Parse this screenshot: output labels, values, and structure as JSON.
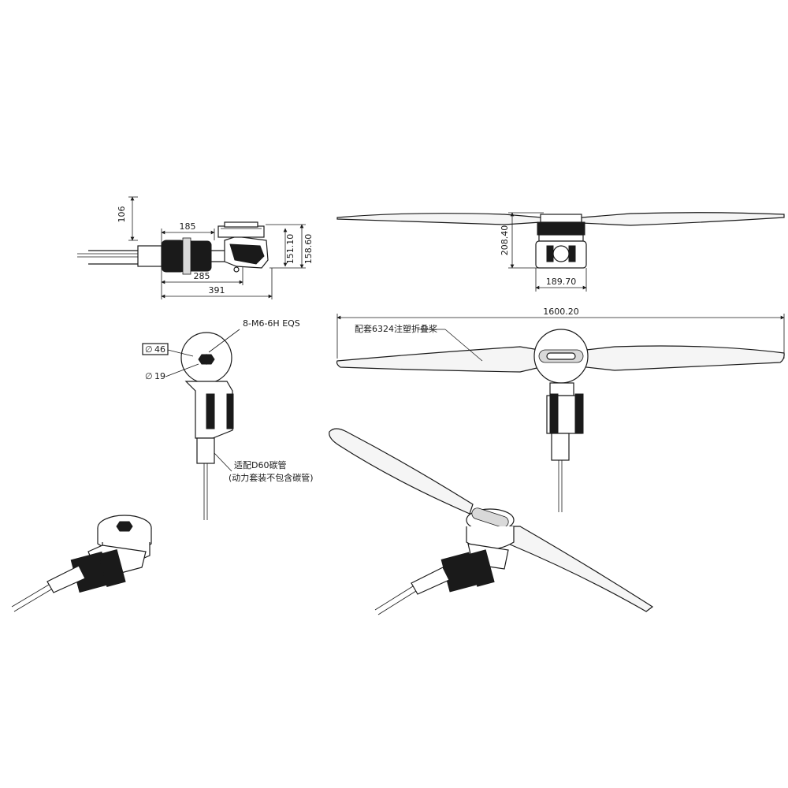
{
  "dimensions": {
    "side_view": {
      "height_106": "106",
      "length_185": "185",
      "length_285": "285",
      "length_391": "391",
      "height_151": "151.10",
      "height_158": "158.60"
    },
    "front_view": {
      "height_208": "208.40",
      "width_189": "189.70"
    },
    "propeller": {
      "span": "1600.20"
    },
    "top_view": {
      "diameter_46": "46",
      "diameter_19": "19",
      "thread_spec": "8-M6-6H EQS"
    }
  },
  "notes": {
    "propeller_label": "配套6324注塑折叠桨",
    "tube_fit_line1": "适配D60碳管",
    "tube_fit_line2": "(动力套装不包含碳管)"
  },
  "symbols": {
    "diameter_symbol": "∅"
  }
}
